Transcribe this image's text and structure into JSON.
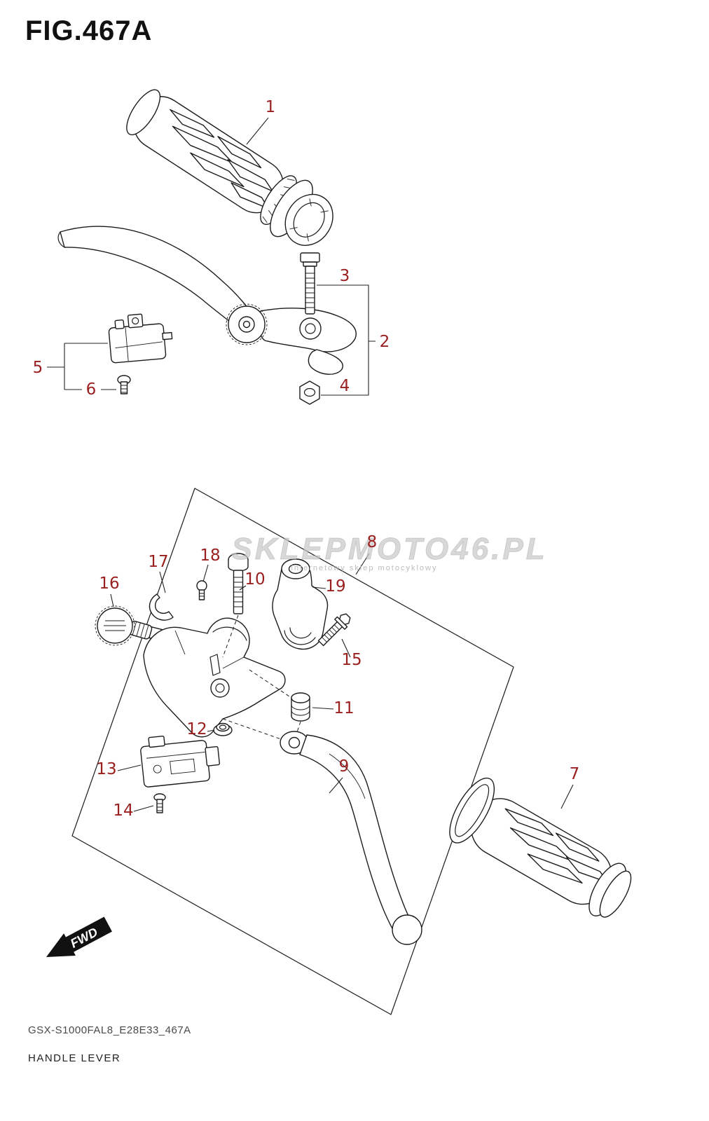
{
  "title": "FIG.467A",
  "watermark": {
    "main": "SKLEPMOTO46.PL",
    "sub": "internetowy sklep motocyklowy"
  },
  "fwd": {
    "label": "FWD"
  },
  "footer": {
    "code": "GSX-S1000FAL8_E28E33_467A",
    "name": "HANDLE LEVER"
  },
  "colors": {
    "callout": "#9a1f1f",
    "line": "#1c1c1c",
    "watermark": "#c7c7c7"
  },
  "callouts": [
    {
      "num": "1"
    },
    {
      "num": "2"
    },
    {
      "num": "3"
    },
    {
      "num": "4"
    },
    {
      "num": "5"
    },
    {
      "num": "6"
    },
    {
      "num": "7"
    },
    {
      "num": "8"
    },
    {
      "num": "9"
    },
    {
      "num": "10"
    },
    {
      "num": "11"
    },
    {
      "num": "12"
    },
    {
      "num": "13"
    },
    {
      "num": "14"
    },
    {
      "num": "15"
    },
    {
      "num": "16"
    },
    {
      "num": "17"
    },
    {
      "num": "18"
    },
    {
      "num": "19"
    }
  ]
}
